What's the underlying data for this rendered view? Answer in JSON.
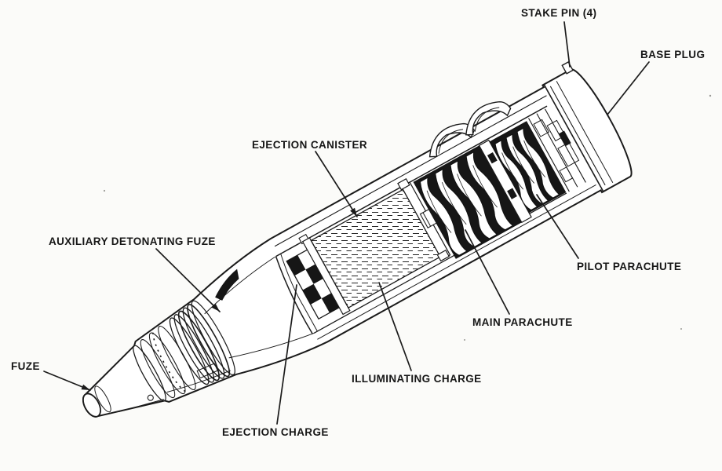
{
  "figure": {
    "type": "technical-cutaway-diagram",
    "subject": "illuminating projectile cutaway",
    "paper_color": "#fbfbf9",
    "ink_color": "#1b1b1b",
    "dark_fill_color": "#161616"
  },
  "labels": [
    {
      "id": "stake-pin",
      "text": "STAKE PIN (4)"
    },
    {
      "id": "base-plug",
      "text": "BASE PLUG"
    },
    {
      "id": "ejection-canister",
      "text": "EJECTION CANISTER"
    },
    {
      "id": "auxiliary-detonating-fuze",
      "text": "AUXILIARY DETONATING FUZE"
    },
    {
      "id": "pilot-parachute",
      "text": "PILOT PARACHUTE"
    },
    {
      "id": "main-parachute",
      "text": "MAIN PARACHUTE"
    },
    {
      "id": "fuze",
      "text": "FUZE"
    },
    {
      "id": "illuminating-charge",
      "text": "ILLUMINATING CHARGE"
    },
    {
      "id": "ejection-charge",
      "text": "EJECTION CHARGE"
    }
  ]
}
